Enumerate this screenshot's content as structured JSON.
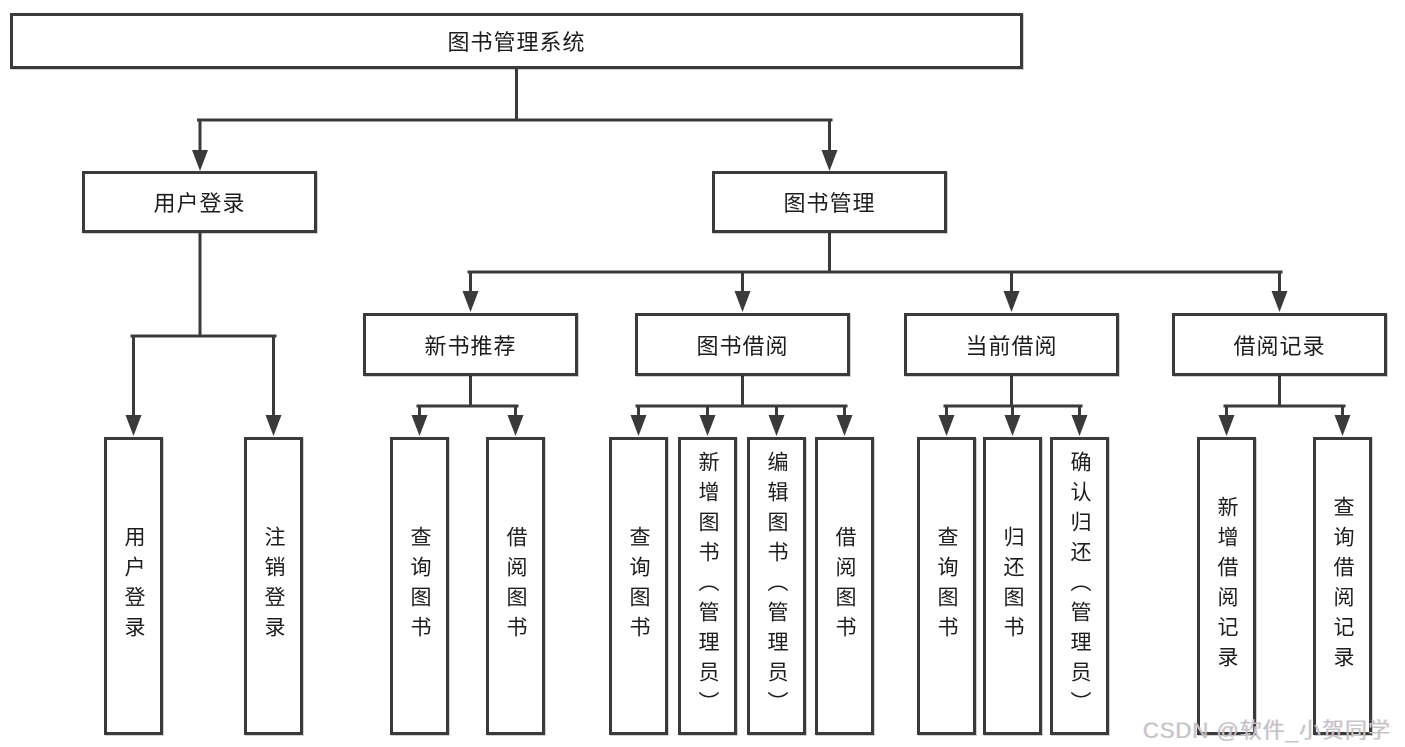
{
  "colors": {
    "line": "#3a3a3a",
    "box_border": "#3a3a3a",
    "text": "#1d1d1d",
    "background": "#ffffff",
    "watermark": "#c3c3c3"
  },
  "tree": {
    "root": {
      "label": "图书管理系统"
    },
    "level2": {
      "user_login": {
        "label": "用户登录"
      },
      "book_mgmt": {
        "label": "图书管理"
      }
    },
    "level3": {
      "new_book_rec": {
        "label": "新书推荐"
      },
      "book_borrow": {
        "label": "图书借阅"
      },
      "current_borrow": {
        "label": "当前借阅"
      },
      "borrow_records": {
        "label": "借阅记录"
      }
    },
    "leaves": {
      "ul1": {
        "label": "用户登录"
      },
      "ul2": {
        "label": "注销登录"
      },
      "nb1": {
        "label": "查询图书"
      },
      "nb2": {
        "label": "借阅图书"
      },
      "bb1": {
        "label": "查询图书"
      },
      "bb2": {
        "label": "新增图书（管理员）"
      },
      "bb3": {
        "label": "编辑图书（管理员）"
      },
      "bb4": {
        "label": "借阅图书"
      },
      "cb1": {
        "label": "查询图书"
      },
      "cb2": {
        "label": "归还图书"
      },
      "cb3": {
        "label": "确认归还（管理员）"
      },
      "br1": {
        "label": "新增借阅记录"
      },
      "br2": {
        "label": "查询借阅记录"
      }
    }
  },
  "watermark": {
    "text": "CSDN @软件_小贺同学"
  }
}
